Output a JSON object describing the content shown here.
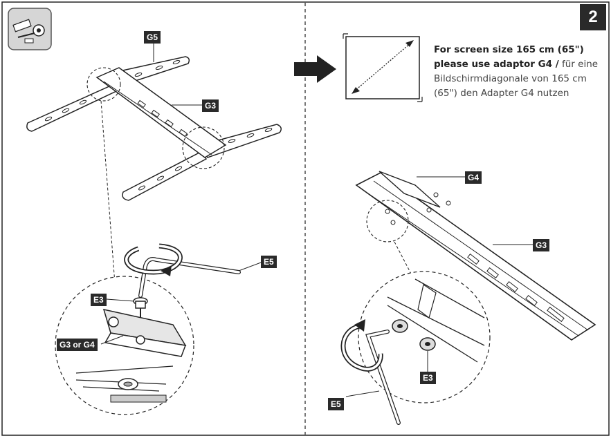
{
  "step": {
    "number": "2"
  },
  "labels": {
    "g5": "G5",
    "g3_top": "G3",
    "e5_left": "E5",
    "e3_left": "E3",
    "g3_or_g4": "G3 or G4",
    "g4": "G4",
    "g3_right": "G3",
    "e3_right": "E3",
    "e5_right": "E5"
  },
  "instruction": {
    "line1": "For screen size 165 cm (65\")",
    "line2_bold": "please use adaptor G4 /",
    "line2_light": " für eine",
    "line3": "Bildschirmdiagonale von 165 cm",
    "line4": "(65\") den Adapter G4 nutzen"
  },
  "icons": {
    "tool_icon": "tape-measure-icon",
    "arrow": "right-arrow-icon",
    "diagonal": "screen-diagonal-icon"
  }
}
